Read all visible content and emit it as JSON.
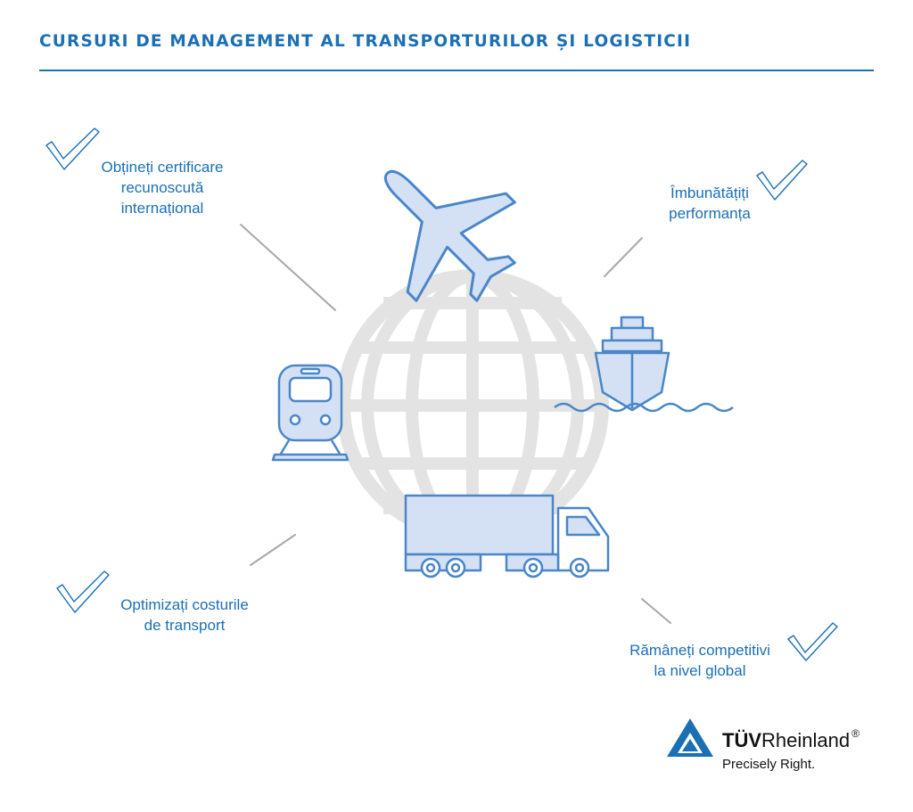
{
  "header": {
    "title": "CURSURI DE MANAGEMENT AL TRANSPORTURILOR ȘI LOGISTICII"
  },
  "benefits": [
    {
      "lines": [
        "Obțineți certificare",
        "recunoscută",
        "internațional"
      ]
    },
    {
      "lines": [
        "Îmbunătățiți",
        "performanța"
      ]
    },
    {
      "lines": [
        "Optimizați costurile",
        "de transport"
      ]
    },
    {
      "lines": [
        "Rămâneți competitivi",
        "la nivel global"
      ]
    }
  ],
  "icons": {
    "center": "globe-icon",
    "transport": [
      "airplane-icon",
      "ship-icon",
      "train-icon",
      "truck-icon"
    ],
    "benefit_marker": "checkmark-icon"
  },
  "logo": {
    "brand_bold": "TÜV",
    "brand_regular": "Rheinland",
    "registered": "®",
    "tagline": "Precisely Right."
  },
  "colors": {
    "accent": "#1a6fb5",
    "icon_fill": "#d4e1f5",
    "icon_stroke": "#4a86c8",
    "globe": "#e3e3e3",
    "connector": "#a8a8a8"
  }
}
